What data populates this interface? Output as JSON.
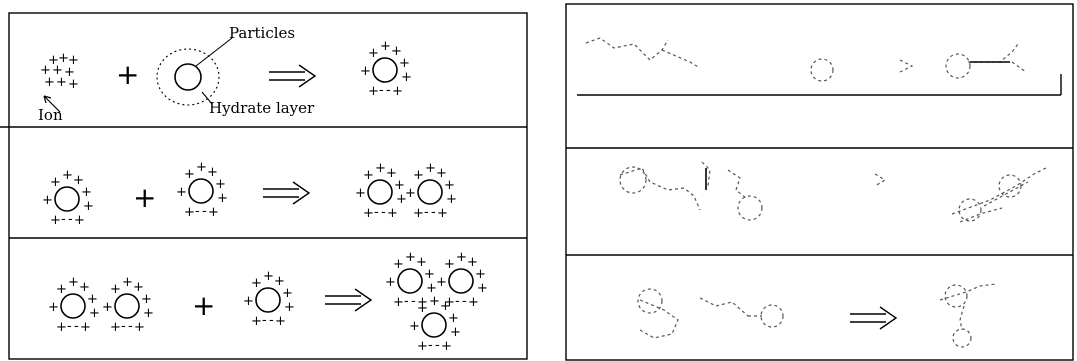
{
  "labels": {
    "particles": "Particles",
    "ion": "Ion",
    "hydrate_layer": "Hydrate layer"
  },
  "symbols": {
    "plus": "+",
    "charge": "+",
    "neg": "-"
  },
  "colors": {
    "line": "#000000",
    "faint": "#808080",
    "background": "#ffffff"
  }
}
